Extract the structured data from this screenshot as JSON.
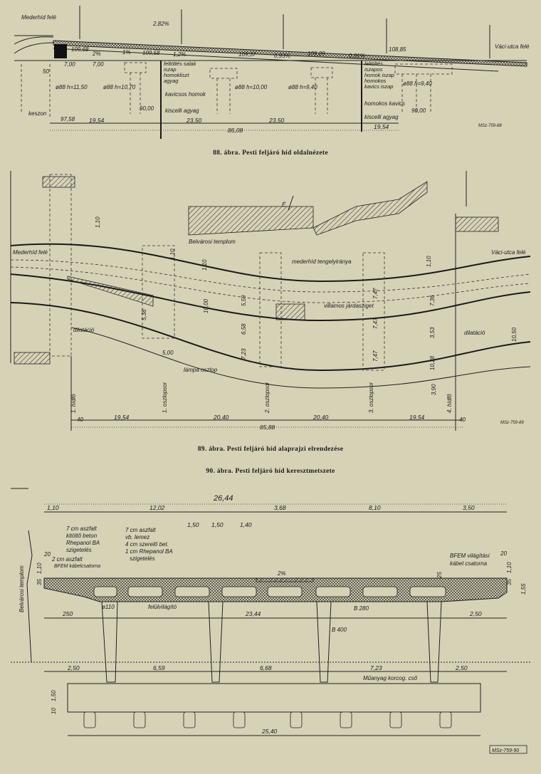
{
  "fig88": {
    "caption": "88. ábra. Pesti feljáró híd oldalnézete",
    "labels": {
      "left_dir": "Mederhíd felé",
      "right_dir": "Váci-utca felé",
      "slope_main": "2,82%",
      "lvl1": "109,68",
      "lvl2": "109,58",
      "lvl3": "109,37",
      "lvl4": "109,29",
      "lvl5": "108,85",
      "s1": "2%",
      "s2": "1%",
      "s3": "1,2%",
      "s4": "0,93%",
      "s5": "0,91%",
      "d700a": "7,00",
      "d700b": "7,00",
      "d50": "50",
      "pile1": "ø88 h=11,50",
      "pile2": "ø88 h=10,70",
      "pile3": "ø88 h=10,00",
      "pile4": "ø88 h=9,40",
      "pile5": "ø88 h=9,40",
      "soil1": "feltöltés salak iszap homokliszt agyag",
      "soil2": "kavicsos homok",
      "soil3": "kiscelli agyag",
      "soil4": "feltöltés iszapos homok iszap homokos kavics iszap",
      "soil5": "homokos kavics",
      "soil6": "kiscelli agyag",
      "el1": "90,00",
      "el2": "90,00",
      "el3": "97,58",
      "keszon": "keszon",
      "span1": "19,54",
      "span2": "23,50",
      "span3": "23,50",
      "span4": "19,54",
      "total": "86,08",
      "stamp": "MSz-759-88"
    }
  },
  "fig89": {
    "caption": "89. ábra. Pesti feljáró híd alaprajzi elrendezése",
    "labels": {
      "church": "Belvárosi templom",
      "north": "É",
      "left_dir": "Mederhíd felé",
      "right_dir": "Váci-utca felé",
      "axis": "mederhíd tengelyiránya",
      "tram": "villamos járdasziget",
      "dil1": "dilatáció",
      "dil2": "dilatáció",
      "lamp": "lámpa oszlop",
      "h1": "1. hídfő",
      "c1": "1. oszlopsor",
      "c2": "2. oszlopsor",
      "c3": "3. oszlopsor",
      "h2": "4. hídfő",
      "v110a": "1,10",
      "v110b": "1,10",
      "v110c": "1,10",
      "v110d": "1,10",
      "v559": "5,59",
      "v658": "6,58",
      "v723": "7,23",
      "v747a": "7,47",
      "v747b": "7,47",
      "v747c": "7,47",
      "v353": "3,53",
      "v1028": "10,28",
      "v1050": "10,50",
      "v390": "3,90",
      "v500": "5,00",
      "v538": "5,38",
      "v1000": "10,00",
      "v736": "7,36",
      "d40a": "40",
      "d40b": "40",
      "span1": "19,54",
      "span2": "20,40",
      "span3": "20,40",
      "span4": "19,54",
      "total": "85,88",
      "stamp": "MSz-759-89"
    }
  },
  "fig90": {
    "caption": "90. ábra. Pesti feljáró híd keresztmetszete",
    "labels": {
      "total": "26,44",
      "d110": "1,10",
      "d1202": "12,02",
      "d368": "3,68",
      "d810": "8,10",
      "d350": "3,50",
      "d150a": "1,50",
      "d150b": "1,50",
      "d140": "1,40",
      "note1": [
        "7 cm aszfalt",
        "kitöltő beton",
        "Rhepanol BA",
        "szigetelés"
      ],
      "note2": [
        "7 cm aszfalt",
        "vb. lemez",
        "4 cm szerelő bet.",
        "1 cm Rhepanol BA",
        "szigetelés"
      ],
      "note3": [
        "2 cm aszfalt",
        "BFEM kábelcsatorna"
      ],
      "note4": [
        "BFEM világítási",
        "kábel csatorna"
      ],
      "slope": "2%",
      "v20a": "20",
      "v20b": "20",
      "v110a": "1,10",
      "v110b": "1,10",
      "v35a": "35",
      "v35b": "35",
      "v155": "1,55",
      "v25": "25",
      "phi110": "ø110",
      "skylight": "felülvilágító",
      "b280": "B 280",
      "b400": "B 400",
      "d250": "250",
      "d2344": "23,44",
      "d250b": "2,50",
      "church": "Belvárosi templom",
      "b250a": "2,50",
      "b659": "6,59",
      "b668": "6,68",
      "b723": "7,23",
      "b250b": "2,50",
      "pipe": "Műanyag korcog. cső",
      "v150": "1,50",
      "v10": "10",
      "base": "25,40",
      "stamp": "MSz-759-90"
    }
  }
}
